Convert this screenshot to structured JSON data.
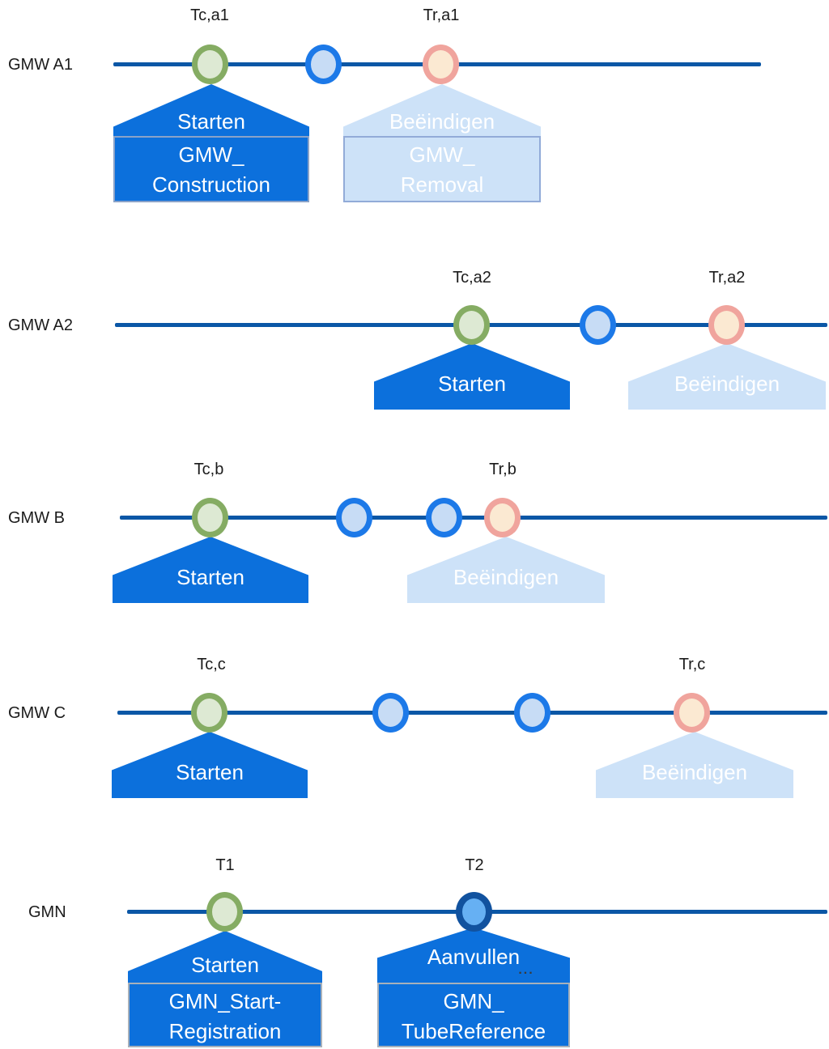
{
  "diagram": {
    "title_hint": "Timelines of groundwater monitoring well (GMW) and network (GMN) registration events",
    "colors": {
      "timeline": "#0B57A6",
      "flag_dark_blue": "#0C70DC",
      "flag_light_blue": "#CDE2F8",
      "circle_green_border": "#85AC63",
      "circle_green_fill": "#DDE9D3",
      "circle_blue_border": "#1C79E8",
      "circle_blue_fill": "#C7DCF5",
      "circle_pink_border": "#F0A49D",
      "circle_pink_fill": "#FBE9D2",
      "circle_navy_border": "#11529F",
      "circle_navy_fill": "#66B0F3",
      "text_on_flags": "#FFFFFF",
      "label_text": "#1B1B1B"
    },
    "rows": [
      {
        "label": "GMW A1",
        "markers": [
          {
            "name": "Tc,a1"
          },
          {
            "name": "Tr,a1"
          }
        ],
        "start": {
          "title": "Starten",
          "box": [
            "GMW_",
            "Construction"
          ]
        },
        "end": {
          "title": "Beëindigen",
          "box": [
            "GMW_",
            "Removal"
          ]
        }
      },
      {
        "label": "GMW A2",
        "markers": [
          {
            "name": "Tc,a2"
          },
          {
            "name": "Tr,a2"
          }
        ],
        "start": {
          "title": "Starten"
        },
        "end": {
          "title": "Beëindigen"
        }
      },
      {
        "label": "GMW B",
        "markers": [
          {
            "name": "Tc,b"
          },
          {
            "name": "Tr,b"
          }
        ],
        "start": {
          "title": "Starten"
        },
        "end": {
          "title": "Beëindigen"
        }
      },
      {
        "label": "GMW C",
        "markers": [
          {
            "name": "Tc,c"
          },
          {
            "name": "Tr,c"
          }
        ],
        "start": {
          "title": "Starten"
        },
        "end": {
          "title": "Beëindigen"
        }
      },
      {
        "label": "GMN",
        "markers": [
          {
            "name": "T1"
          },
          {
            "name": "T2"
          }
        ],
        "start": {
          "title": "Starten",
          "box": [
            "GMN_Start-",
            "Registration"
          ]
        },
        "end": {
          "title": "Aanvullen",
          "ellipsis": "...",
          "box": [
            "GMN_",
            "TubeReference"
          ]
        }
      }
    ]
  }
}
